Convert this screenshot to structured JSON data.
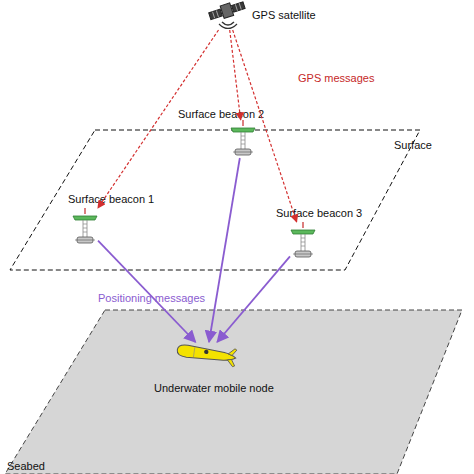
{
  "diagram": {
    "nodes": [
      {
        "text": [
          "GPS satellite"
        ]
      },
      {
        "text": [
          "Surface"
        ]
      },
      {
        "text": [
          "Surface beacon 1"
        ],
        "in": 1
      },
      {
        "text": [
          "Surface beacon 2"
        ],
        "in": 1
      },
      {
        "text": [
          "Surface beacon 3"
        ],
        "in": 1
      },
      {
        "text": [
          "Seabed"
        ]
      },
      {
        "text": [
          "Underwater mobile node"
        ],
        "in": 5
      }
    ],
    "edges": [
      {
        "from": 0,
        "to": 2,
        "arrow": "to"
      },
      {
        "from": 0,
        "to": 3,
        "arrow": "to"
      },
      {
        "from": 0,
        "to": 4,
        "arrow": "to"
      },
      {
        "from": 2,
        "to": 6,
        "arrow": "to"
      },
      {
        "from": 3,
        "to": 6,
        "arrow": "to"
      },
      {
        "from": 4,
        "to": 6,
        "arrow": "to"
      }
    ],
    "labels": [
      "GPS messages",
      "Positioning messages"
    ]
  }
}
